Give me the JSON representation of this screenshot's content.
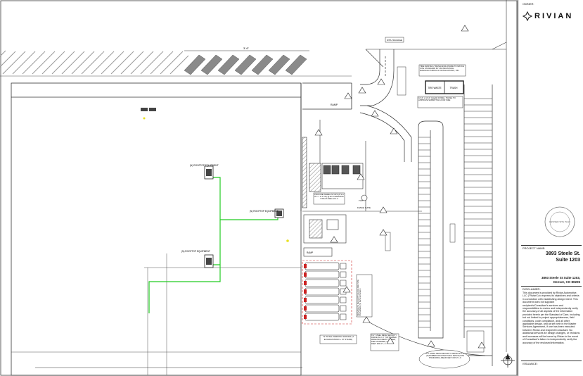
{
  "plan": {
    "building_dim": "3'-6\"",
    "sidewalk_note": "WITH SIGNAGE",
    "ramp_label": "RAMP",
    "ramp_label_lower": "RAMP",
    "trash_note": "TIRE WASTE & TRASH ENCLOSURE TO MATCH SITE STANDARD BY 3M INDUSTRIAL MANUFACTURING & INSTALLATIONS, INC.",
    "tire_waste": "TIRE WASTE",
    "trash": "TRASH",
    "trash_dims": "10'-0\" x 10'-0\" CLEAR FINISH, TRASH TO APPROVE SUBMITTALS FOR SIZE",
    "provide_note": "PROVIDE WHEEL STOPS (8\"H x 8\" L x 2'-6\" W) @ EV CHARGING STALLS SEE A2.4.3",
    "fence_gate": "FENCE GATE",
    "typ": "TYP.",
    "rooftop_1": "(N) ROOFTOP EQUIPMENT",
    "rooftop_2": "(N) ROOFTOP EQUIPMENT",
    "rooftop_3": "(N) ROOFTOP EQUIPMENT",
    "total_parking": "72 TOTAL PARKING SPACES (4 EV/ADA/STAND + 67 STAND)",
    "security_fence": "8'-0\" STEEL MESH SECURITY FENCE W/ 2'-0\" TOP BARBED WIRE PROVIDE BY OWNER, PER STANDARD, LINEAR FEET: 326'-0\" L.F.",
    "security_fence_2": "6'-0\" STEEL MESH SECURITY FENCE W/ 2'-0\" (N) BARBED ARCHITECTURAL FENCE (SITE STANDARD) LINEAR FEET: 150'-0\" L.F.",
    "provide_fence": "PROVIDE (N) SECURITY FENCE PER SITE STANDARD, (N) FENCE PANELS"
  },
  "titleblock": {
    "owner_label": "OWNER:",
    "logo_text": "RIVIAN",
    "stamp_text": "REVISED SITE PLAN",
    "project_label": "PROJECT NAME:",
    "project_name_1": "3893 Steele St.",
    "project_name_2": "Suite 1203",
    "address_1": "3893 Steele St Suite 1203,",
    "address_2": "Denver, CO 80205",
    "disclaimer_label": "DISCLAIMER:",
    "disclaimer": "This document is provided by Rivian Automotive, LLC (\"Rivian\") to express its objectives and criteria in connection with establishing design intent. This document does not supplant recipient's/Consultant's services and responsibilities to review and independently verify the accuracy of all aspects of the information provided herein per the Standard of Care, including but not limited to project appropriateness, field conditions, code compliance, and all other applicable design, and as set forth in the Master Services Agreement, if one has been executed between Rivian and recipient/Consultant. No additional services for design changes, or revisions and increases will be borne by Rivian in the event of Consultant's failure to independently verify the accuracy of the enclosed information.",
    "issuance_label": "ISSUANCE:"
  },
  "colors": {
    "ink": "#222222",
    "green": "#22cc22",
    "yellow": "#e8e020",
    "red": "#cc2222",
    "hatch": "#9a9a9a"
  }
}
